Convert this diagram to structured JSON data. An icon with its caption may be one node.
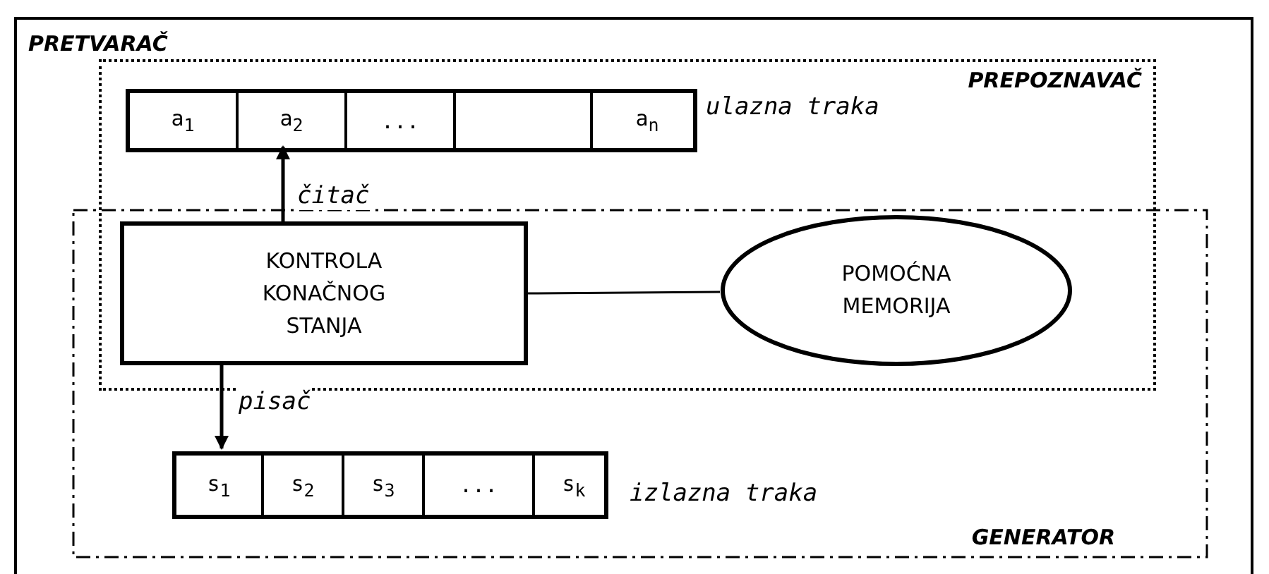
{
  "diagram": {
    "nodes": [
      {
        "text": [
          "PRETVARAČ"
        ]
      },
      {
        "text": [
          "PREPOZNAVAČ"
        ],
        "in": 0
      },
      {
        "text": [
          "GENERATOR"
        ],
        "in": 0
      },
      {
        "text": [],
        "shape": "box",
        "beside": [
          "ulazna traka"
        ],
        "in": 1
      },
      {
        "text": [
          "a$_{1}$"
        ],
        "in": 3
      },
      {
        "text": [
          "a$_{2}$"
        ],
        "in": 3
      },
      {
        "text": [
          "..."
        ],
        "in": 3
      },
      {
        "text": [],
        "shape": "box",
        "in": 3
      },
      {
        "text": [
          "a$_{n}$"
        ],
        "in": 3
      },
      {
        "text": [
          "KONTROLA KONAČNOG STANJA"
        ]
      },
      {
        "text": [
          "POMOĆNA MEMORIJA"
        ]
      },
      {
        "text": [],
        "shape": "box",
        "beside": [
          "izlazna traka"
        ],
        "in": 2
      },
      {
        "text": [
          "s$_{1}$"
        ],
        "in": 11
      },
      {
        "text": [
          "s$_{2}$"
        ],
        "in": 11
      },
      {
        "text": [
          "s$_{3}$"
        ],
        "in": 11
      },
      {
        "text": [
          "..."
        ],
        "in": 11
      },
      {
        "text": [
          "s$_{k}$"
        ],
        "in": 11
      }
    ],
    "edges": [
      {
        "from": 9,
        "to": 5,
        "arrow": "to",
        "label": "čitač"
      },
      {
        "from": 9,
        "to": 10,
        "arrow": "none"
      },
      {
        "from": 9,
        "to": 12,
        "arrow": "to",
        "label": "pisač"
      }
    ]
  }
}
